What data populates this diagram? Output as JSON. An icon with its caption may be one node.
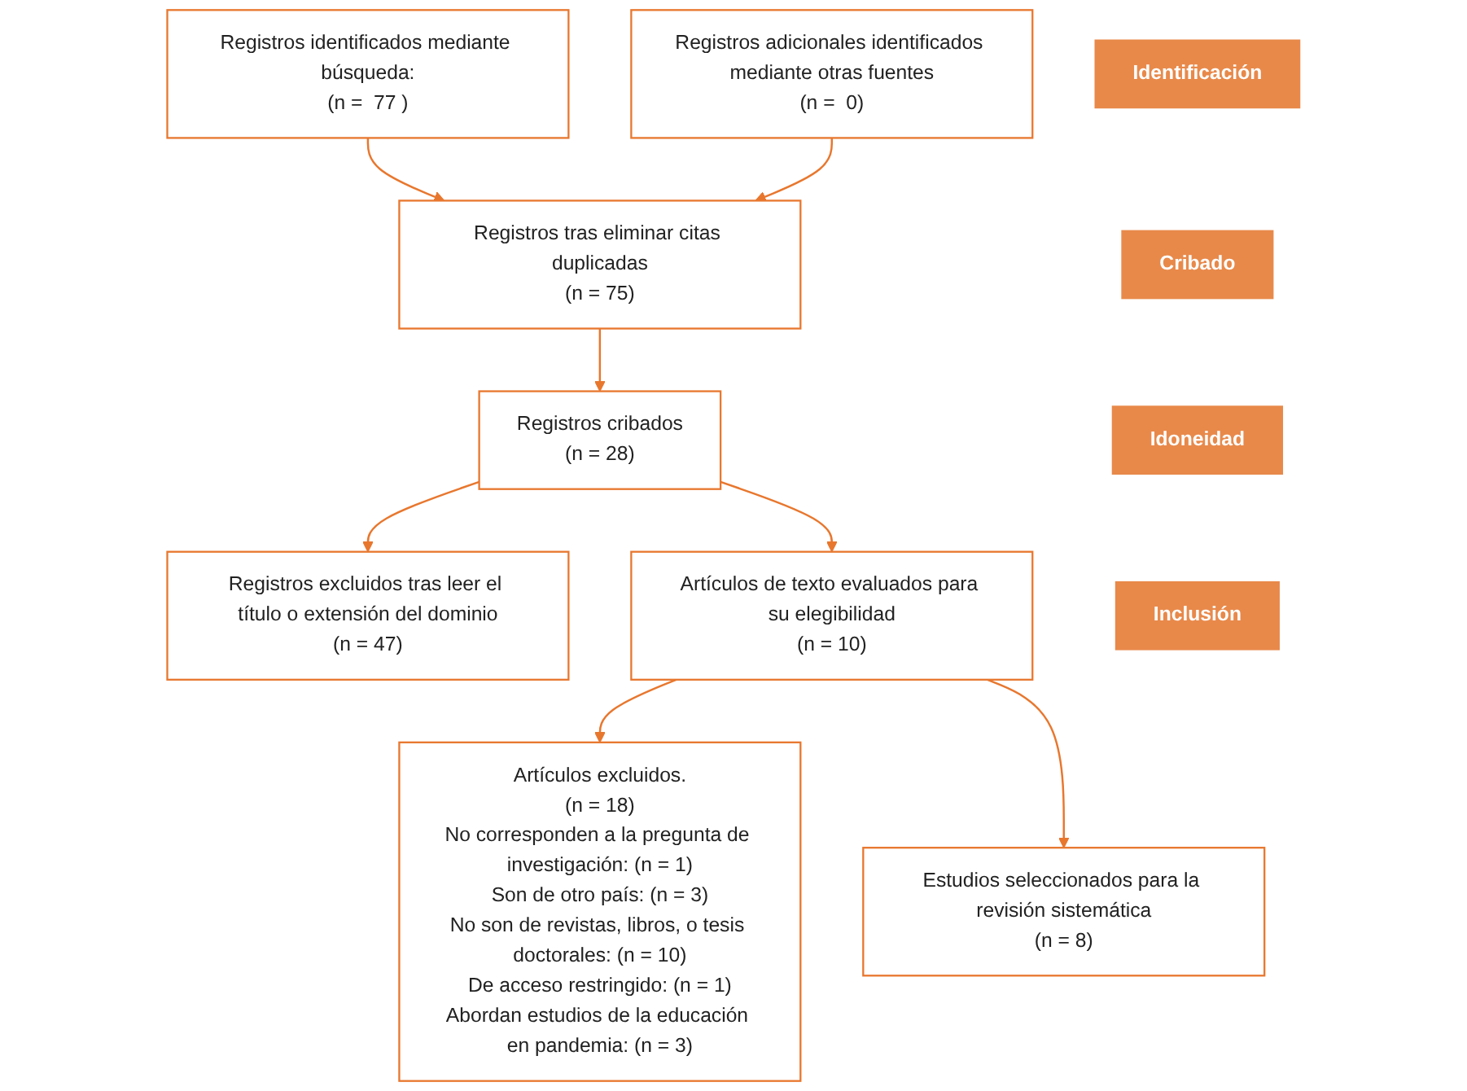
{
  "diagram": {
    "nodes": [
      {
        "text": [
          "Identificación"
        ]
      },
      {
        "text": [
          "Registros identificados mediante búsqueda:",
          "(n =  77 )"
        ]
      },
      {
        "text": [
          "Registros adicionales identificados mediante otras fuentes",
          "(n =  0)"
        ]
      },
      {
        "text": [
          "Registros tras eliminar citas duplicadas",
          "(n = 75)"
        ]
      },
      {
        "text": [
          "Cribado"
        ]
      },
      {
        "text": [
          "Registros cribados",
          "(n = 28)"
        ]
      },
      {
        "text": [
          "Registros excluidos tras leer el título o extensión del dominio",
          "(n = 47)"
        ]
      },
      {
        "text": [
          "Idoneidad"
        ]
      },
      {
        "text": [
          "Artículos de texto evaluados para su elegibilidad",
          "(n = 10)"
        ]
      },
      {
        "text": [
          "Artículos excluidos.",
          "(n = 18)",
          "No corresponden a la pregunta de investigación: (n = 1)",
          "Son de otro país: (n = 3)",
          "No son de revistas, libros, o tesis doctorales: (n = 10)",
          "De acceso restringido: (n = 1)",
          "Abordan estudios de la educación en pandemia: (n = 3)"
        ]
      },
      {
        "text": [
          "Inclusión"
        ]
      },
      {
        "text": [
          "Estudios seleccionados para la revisión sistemática",
          "(n = 8)"
        ]
      }
    ],
    "edges": [
      {
        "from": 1,
        "to": 3,
        "arrow": "to"
      },
      {
        "from": 2,
        "to": 3,
        "arrow": "to"
      },
      {
        "from": 3,
        "to": 5,
        "arrow": "to"
      },
      {
        "from": 5,
        "to": 6,
        "arrow": "to"
      },
      {
        "from": 5,
        "to": 8,
        "arrow": "to"
      },
      {
        "from": 8,
        "to": 9,
        "arrow": "to"
      },
      {
        "from": 8,
        "to": 11,
        "arrow": "to"
      }
    ]
  }
}
